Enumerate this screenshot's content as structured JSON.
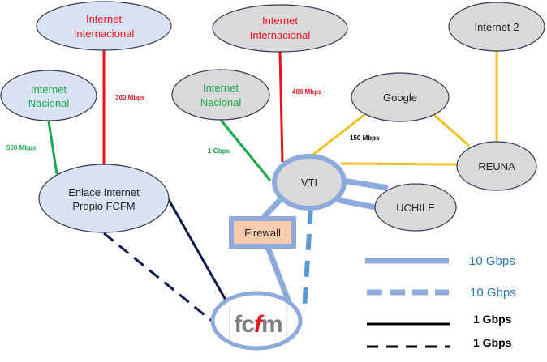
{
  "colors": {
    "red": "#e8101e",
    "green": "#1aa84c",
    "yellow": "#f2c01e",
    "blue_link": "#8eaadc",
    "blue_dash": "#5b9bd5",
    "navy": "#0d1a4e",
    "black": "#000000",
    "node_light_blue": "#dae3f3",
    "node_gray": "#d9d9d9",
    "node_stroke": "#2f3a4f",
    "firewall_fill": "#f8cbad",
    "legend_blue_text": "#2e75b6",
    "fcfm_gray": "#7f7f7f",
    "fcfm_red": "#e31b23"
  },
  "nodes": {
    "intl_left": {
      "line1": "Internet",
      "line2": "Internacional"
    },
    "nac_left": {
      "line1": "Internet",
      "line2": "Nacional"
    },
    "enlace": {
      "line1": "Enlace Internet",
      "line2": "Propio FCFM"
    },
    "intl_mid": {
      "line1": "Internet",
      "line2": "Internacional"
    },
    "nac_mid": {
      "line1": "Internet",
      "line2": "Nacional"
    },
    "google": {
      "label": "Google"
    },
    "internet2": {
      "label": "Internet 2"
    },
    "reuna": {
      "label": "REUNA"
    },
    "vti": {
      "label": "VTI"
    },
    "uchile": {
      "label": "UCHILE"
    },
    "firewall": {
      "label": "Firewall"
    },
    "fcfm": {
      "part1": "fc",
      "part2": "f",
      "part3": "m"
    }
  },
  "links": {
    "intl_left_enlace": "300 Mbps",
    "nac_left_enlace": "500 Mbps",
    "intl_mid_vti": "400 Mbps",
    "nac_mid_vti": "1 Gbps",
    "google_vti": "150 Mbps"
  },
  "legend": [
    {
      "style": "solid-thick-blue",
      "label": "10 Gbps"
    },
    {
      "style": "dashed-thick-blue",
      "label": "10 Gbps"
    },
    {
      "style": "solid-thin-black",
      "label": "1 Gbps"
    },
    {
      "style": "dashed-thin-black",
      "label": "1 Gbps"
    }
  ]
}
